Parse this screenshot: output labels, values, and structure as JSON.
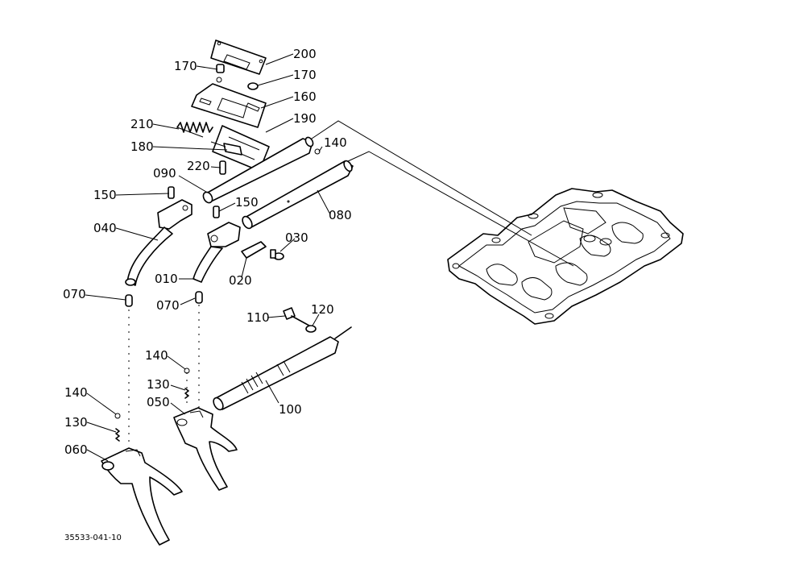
{
  "labels": {
    "p200": "200",
    "p170a": "170",
    "p170b": "170",
    "p160": "160",
    "p210": "210",
    "p190": "190",
    "p180": "180",
    "p140a": "140",
    "p220": "220",
    "p090": "090",
    "p150a": "150",
    "p150b": "150",
    "p080": "080",
    "p040": "040",
    "p030": "030",
    "p010": "010",
    "p020": "020",
    "p070a": "070",
    "p070b": "070",
    "p110": "110",
    "p120": "120",
    "p140b": "140",
    "p130a": "130",
    "p140c": "140",
    "p050": "050",
    "p100": "100",
    "p130b": "130",
    "p060": "060"
  },
  "drawing_ref": "35533-041-10"
}
